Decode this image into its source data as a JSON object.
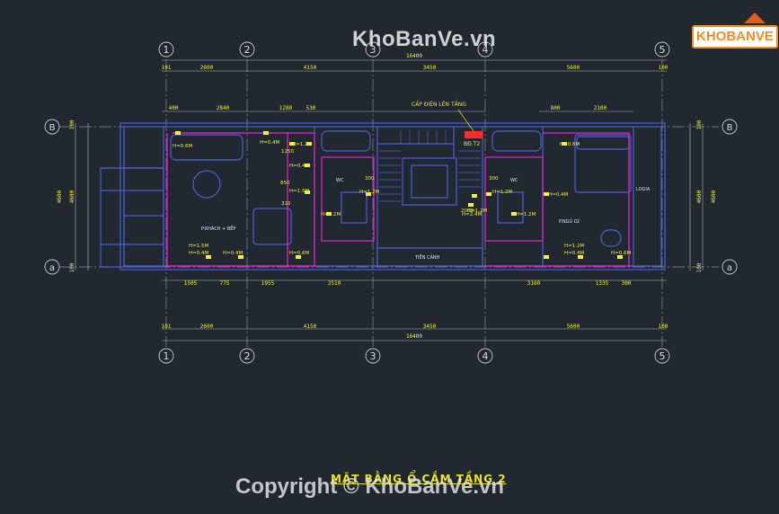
{
  "watermark": "KhoBanVe.vn",
  "copyright": "Copyright © KhoBanVe.vn",
  "logo": {
    "text": "KHOBANVE"
  },
  "drawing_title": "MẶT BẰNG Ổ CẮM TẦNG 2",
  "axes": {
    "columns": [
      "1",
      "2",
      "3",
      "4",
      "5"
    ],
    "rows": [
      "B",
      "a"
    ]
  },
  "dims": {
    "total": "16400",
    "top_outer": [
      "101",
      "2600",
      "4150",
      "3450",
      "5600",
      "100"
    ],
    "top_inner_left": [
      "400",
      "2840",
      "1280",
      "530"
    ],
    "top_inner_right": [
      "800",
      "2100"
    ],
    "bottom_inner": [
      "1505",
      "775",
      "1955",
      "2510",
      "3160",
      "1335",
      "300"
    ],
    "bottom_outer": [
      "101",
      "2600",
      "4150",
      "3450",
      "5600",
      "100"
    ],
    "side_left": [
      "100",
      "4600",
      "4600",
      "100"
    ],
    "side_right": [
      "100",
      "4600",
      "4600",
      "100"
    ]
  },
  "labels": {
    "riser": "CẤP ĐIỆN LÊN TẦNG",
    "panel": "BĐ.T2",
    "lobby": "TIỀN CẢNH",
    "living": "P.KHÁCH + BẾP",
    "bedroom": "P.NGỦ 02",
    "wc_left": "WC",
    "wc_right": "WC",
    "logia": "LOGIA",
    "heights": [
      "H=0.6M",
      "H=0.4M",
      "H=1.2M",
      "H=0.4M",
      "H=1.5M",
      "H=1.2M",
      "H=1.2M",
      "H=2.4M",
      "H=1.2M",
      "H=1.2M",
      "H=1.2M",
      "H=0.4M",
      "H=0.6M",
      "H=1.2M",
      "H=0.6M",
      "H=0.4M",
      "H=1.5M",
      "H=0.6M",
      "H=0.4M",
      "H=0.4M"
    ],
    "small": [
      "300",
      "300",
      "1250",
      "850",
      "310",
      "2000"
    ]
  },
  "colors": {
    "bg": "#212830",
    "grid": "#9a9aa6",
    "wall": "#4b5fd0",
    "wire": "#e020d0",
    "dim_text": "#f0ec3a",
    "outlet": "#f0ec3a",
    "panel": "#ff2a2a"
  }
}
